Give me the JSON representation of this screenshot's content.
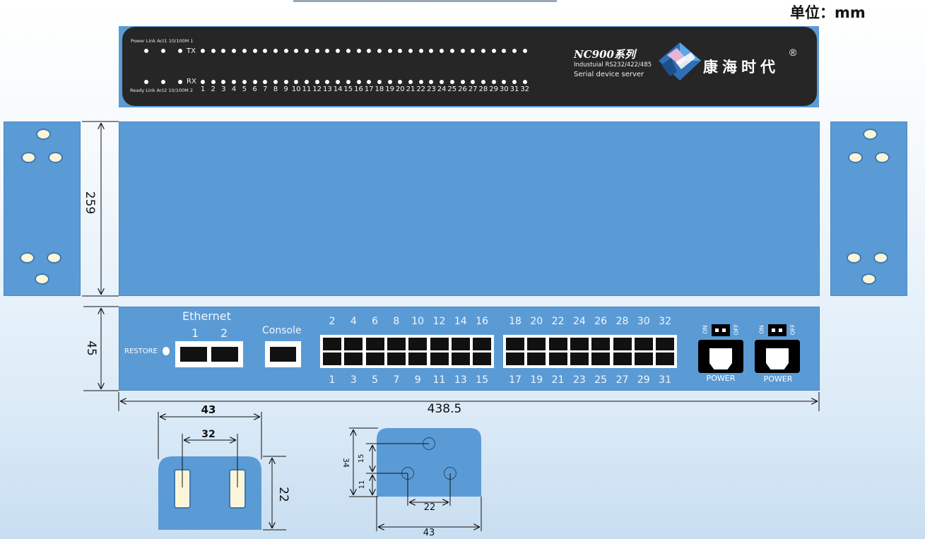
{
  "unit_label": "单位：mm",
  "front": {
    "top_legend": "Power Link Act1 10/100M 1",
    "bottom_legend": "Ready Link Act2 10/100M 2",
    "tx_label": "TX",
    "rx_label": "RX",
    "port_numbers": [
      "1",
      "2",
      "3",
      "4",
      "5",
      "6",
      "7",
      "8",
      "9",
      "10",
      "11",
      "12",
      "13",
      "14",
      "15",
      "16",
      "17",
      "18",
      "19",
      "20",
      "21",
      "22",
      "23",
      "24",
      "25",
      "26",
      "27",
      "28",
      "29",
      "30",
      "31",
      "32"
    ],
    "model": "NC900系列",
    "subtitle_1": "Industuial RS232/422/485",
    "subtitle_2": "Serial device server",
    "brand": "康海时代",
    "registered": "®"
  },
  "top_view": {
    "depth_label": "259"
  },
  "rear": {
    "height_label": "45",
    "width_label": "438.5",
    "ethernet_label": "Ethernet",
    "ethernet_ports": [
      "1",
      "2"
    ],
    "console_label": "Console",
    "restore_label": "RESTORE",
    "top_numbers_a": [
      "2",
      "4",
      "6",
      "8",
      "10",
      "12",
      "14",
      "16"
    ],
    "bottom_numbers_a": [
      "1",
      "3",
      "5",
      "7",
      "9",
      "11",
      "13",
      "15"
    ],
    "top_numbers_b": [
      "18",
      "20",
      "22",
      "24",
      "26",
      "28",
      "30",
      "32"
    ],
    "bottom_numbers_b": [
      "17",
      "19",
      "21",
      "23",
      "25",
      "27",
      "29",
      "31"
    ],
    "power_labels": [
      "POWER",
      "POWER"
    ],
    "on_label": "ON",
    "off_label": "OFF"
  },
  "bracket_a": {
    "width": "43",
    "slot_spacing": "32",
    "height": "22"
  },
  "bracket_b": {
    "height": "34",
    "hole_offset_1": "15",
    "hole_offset_2": "11",
    "hole_spacing": "22",
    "width": "43"
  },
  "colors": {
    "panel_blue": "#5b9bd5",
    "front_black": "#262626",
    "hole_fill": "#fbf6d9"
  }
}
